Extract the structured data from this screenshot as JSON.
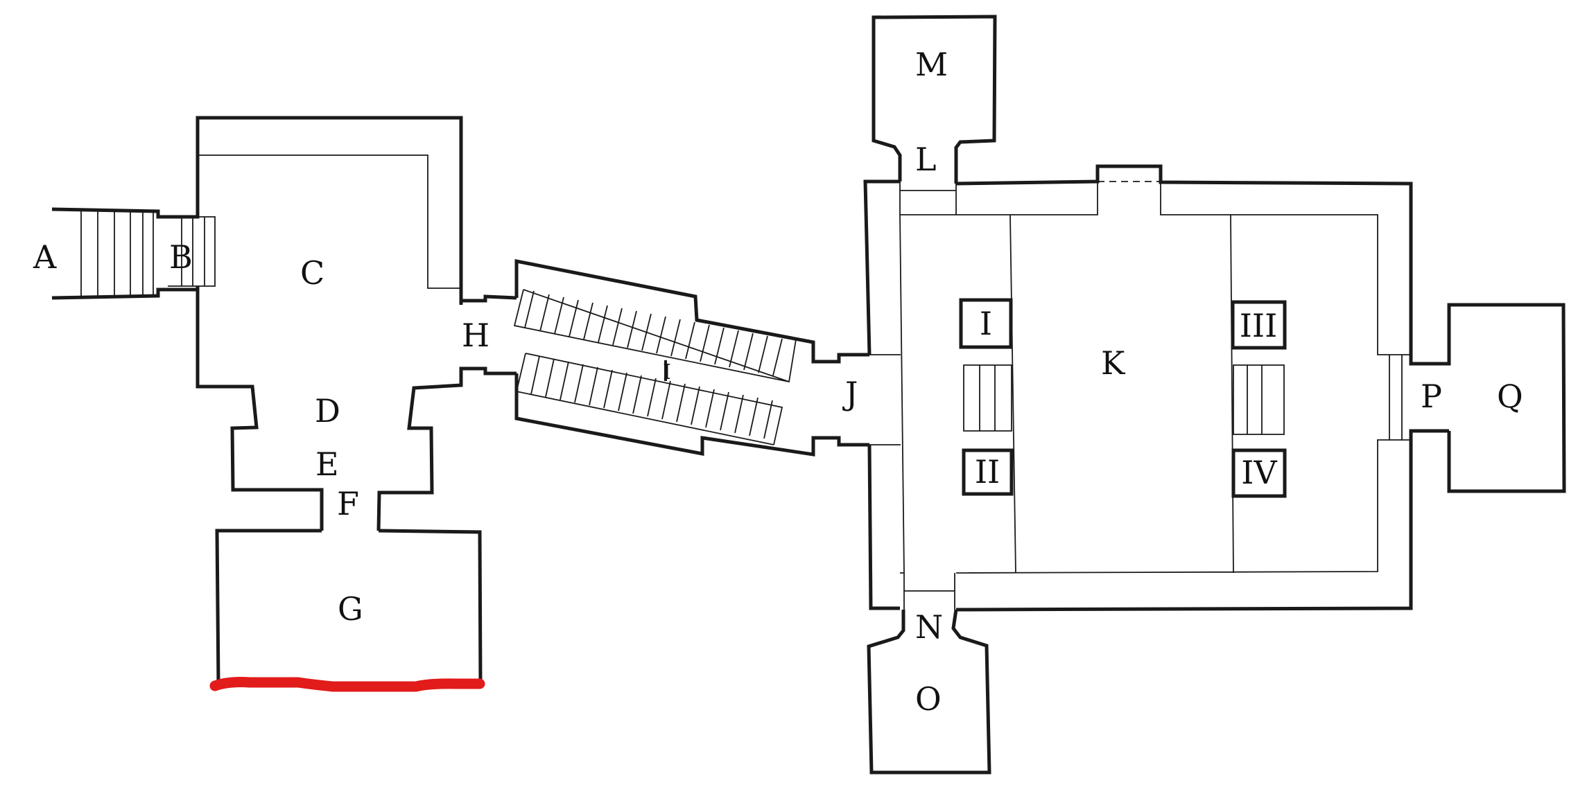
{
  "plan": {
    "rooms": [
      {
        "id": "A",
        "label": "A"
      },
      {
        "id": "B",
        "label": "B"
      },
      {
        "id": "C",
        "label": "C"
      },
      {
        "id": "D",
        "label": "D"
      },
      {
        "id": "E",
        "label": "E"
      },
      {
        "id": "F",
        "label": "F"
      },
      {
        "id": "G",
        "label": "G"
      },
      {
        "id": "H",
        "label": "H"
      },
      {
        "id": "I",
        "label": "I"
      },
      {
        "id": "J",
        "label": "J"
      },
      {
        "id": "K",
        "label": "K"
      },
      {
        "id": "L",
        "label": "L"
      },
      {
        "id": "M",
        "label": "M"
      },
      {
        "id": "N",
        "label": "N"
      },
      {
        "id": "O",
        "label": "O"
      },
      {
        "id": "P",
        "label": "P"
      },
      {
        "id": "Q",
        "label": "Q"
      }
    ],
    "pillars": [
      {
        "id": "pillar-1",
        "label": "I"
      },
      {
        "id": "pillar-2",
        "label": "II"
      },
      {
        "id": "pillar-3",
        "label": "III"
      },
      {
        "id": "pillar-4",
        "label": "IV"
      }
    ],
    "highlight": {
      "color": "#e21b1b"
    }
  }
}
